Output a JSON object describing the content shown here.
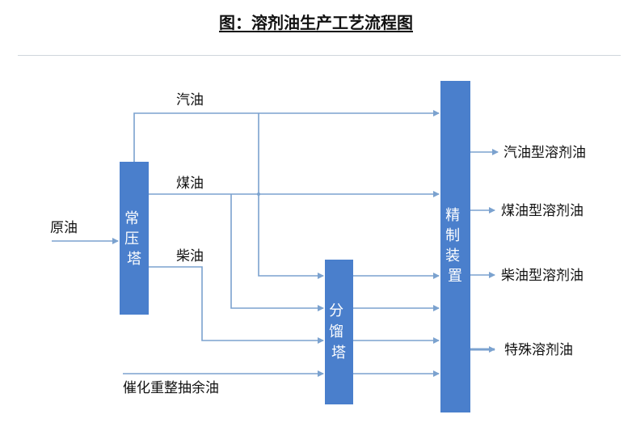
{
  "title": "图：溶剂油生产工艺流程图",
  "nodes": {
    "atmos": "常压塔",
    "frac": "分馏塔",
    "refine": "精制装置"
  },
  "inputs": {
    "crude": "原油",
    "raffinate": "催化重整抽余油"
  },
  "streams": {
    "gasoline": "汽油",
    "kerosene": "煤油",
    "diesel": "柴油"
  },
  "products": [
    "汽油型溶剂油",
    "煤油型溶剂油",
    "柴油型溶剂油",
    "特殊溶剂油"
  ],
  "colors": {
    "box": "#4a7fcc",
    "line": "#7ba2cf"
  }
}
